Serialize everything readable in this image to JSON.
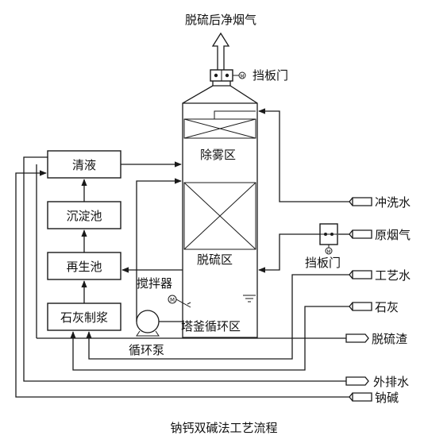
{
  "diagram": {
    "caption": "钠钙双碱法工艺流程",
    "top_outlet": "脱硫后净烟气",
    "damper_top": "挡板门",
    "damper_side": "挡板门",
    "zones": {
      "demister": "除雾区",
      "desulfurization": "脱硫区",
      "sump": "塔釜循环区"
    },
    "agitator": "搅拌器",
    "agitator_motor": "M",
    "circulation_pump": "循环泵",
    "tanks": {
      "clear_liquid": "清液",
      "settling": "沉淀池",
      "regeneration": "再生池",
      "lime_slurry": "石灰制浆"
    },
    "streams": {
      "wash_water": "冲洗水",
      "raw_flue_gas": "原烟气",
      "process_water": "工艺水",
      "lime": "石灰",
      "desulfurization_slag": "脱硫渣",
      "discharge_water": "外排水",
      "soda": "钠碱"
    },
    "damper_motor": "M"
  }
}
